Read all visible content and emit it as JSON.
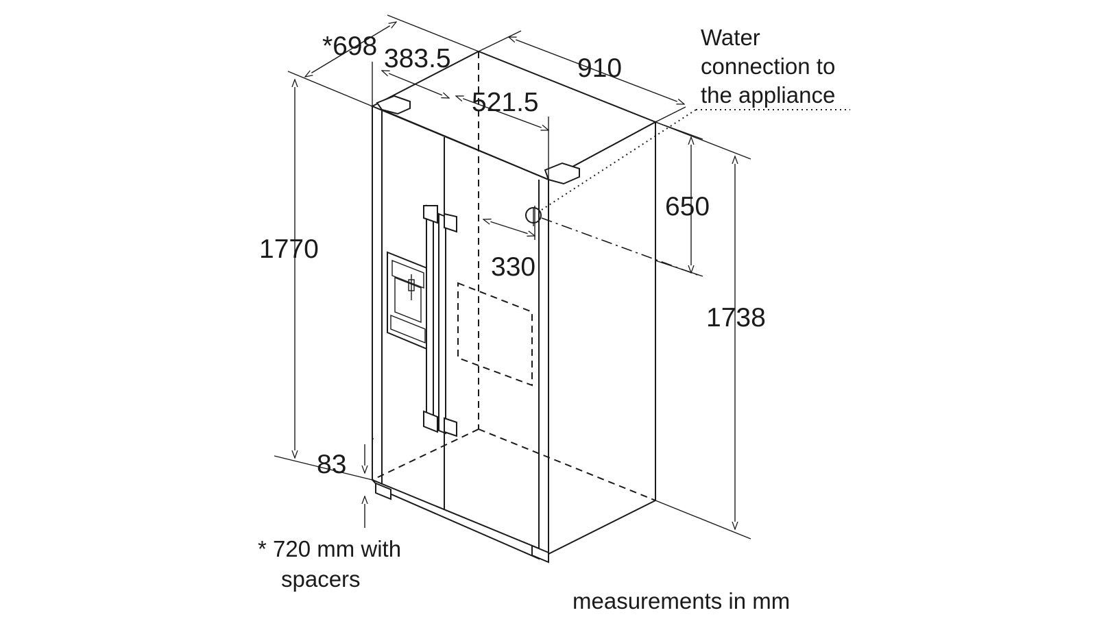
{
  "dimensions": {
    "depth_with_spacers": "*698",
    "depth_offset": "383.5",
    "width": "910",
    "water_offset_top": "521.5",
    "water_height": "650",
    "water_offset_side": "330",
    "overall_height": "1770",
    "body_height": "1738",
    "base_height": "83"
  },
  "labels": {
    "water_line1": "Water",
    "water_line2": "connection to",
    "water_line3": "the appliance",
    "spacers_line1": "* 720 mm with",
    "spacers_line2": "spacers",
    "units_note": "measurements in mm"
  }
}
